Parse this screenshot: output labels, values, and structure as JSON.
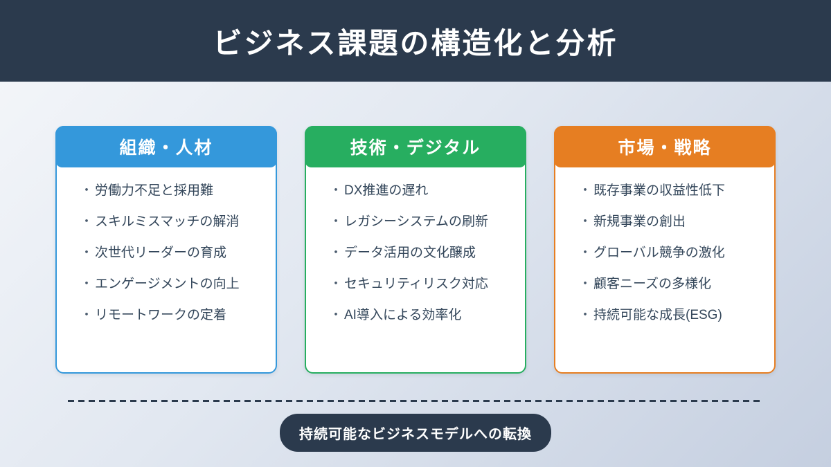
{
  "page": {
    "title": "ビジネス課題の構造化と分析",
    "list_bullet": "・",
    "colors": {
      "banner_bg": "#2b3a4d",
      "badge_bg": "#2b3a4d",
      "body_text": "#33465a",
      "background_top": "#f5f7fa",
      "background_bottom": "#c5cfe0",
      "separator": "#2b3a4d"
    }
  },
  "cards": [
    {
      "title": "組織・人材",
      "color": "#3498db",
      "items": [
        "労働力不足と採用難",
        "スキルミスマッチの解消",
        "次世代リーダーの育成",
        "エンゲージメントの向上",
        "リモートワークの定着"
      ]
    },
    {
      "title": "技術・デジタル",
      "color": "#27ae60",
      "items": [
        "DX推進の遅れ",
        "レガシーシステムの刷新",
        "データ活用の文化醸成",
        "セキュリティリスク対応",
        "AI導入による効率化"
      ]
    },
    {
      "title": "市場・戦略",
      "color": "#e67e22",
      "items": [
        "既存事業の収益性低下",
        "新規事業の創出",
        "グローバル競争の激化",
        "顧客ニーズの多様化",
        "持続可能な成長(ESG)"
      ]
    }
  ],
  "footer": {
    "badge_label": "持続可能なビジネスモデルへの転換"
  }
}
